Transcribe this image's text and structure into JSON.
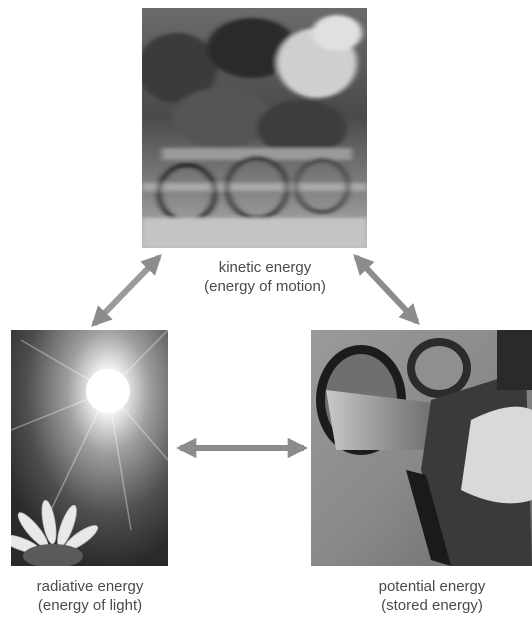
{
  "nodes": {
    "kinetic": {
      "line1": "kinetic energy",
      "line2": "(energy of motion)"
    },
    "radiative": {
      "line1": "radiative energy",
      "line2": "(energy of light)"
    },
    "potential": {
      "line1": "potential energy",
      "line2": "(stored energy)"
    }
  },
  "icons": [
    "cyclists-photo",
    "sun-photo",
    "gas-pump-photo",
    "double-arrow"
  ],
  "colors": {
    "arrow": "#8c8c8c",
    "text": "#4a4a4a"
  }
}
